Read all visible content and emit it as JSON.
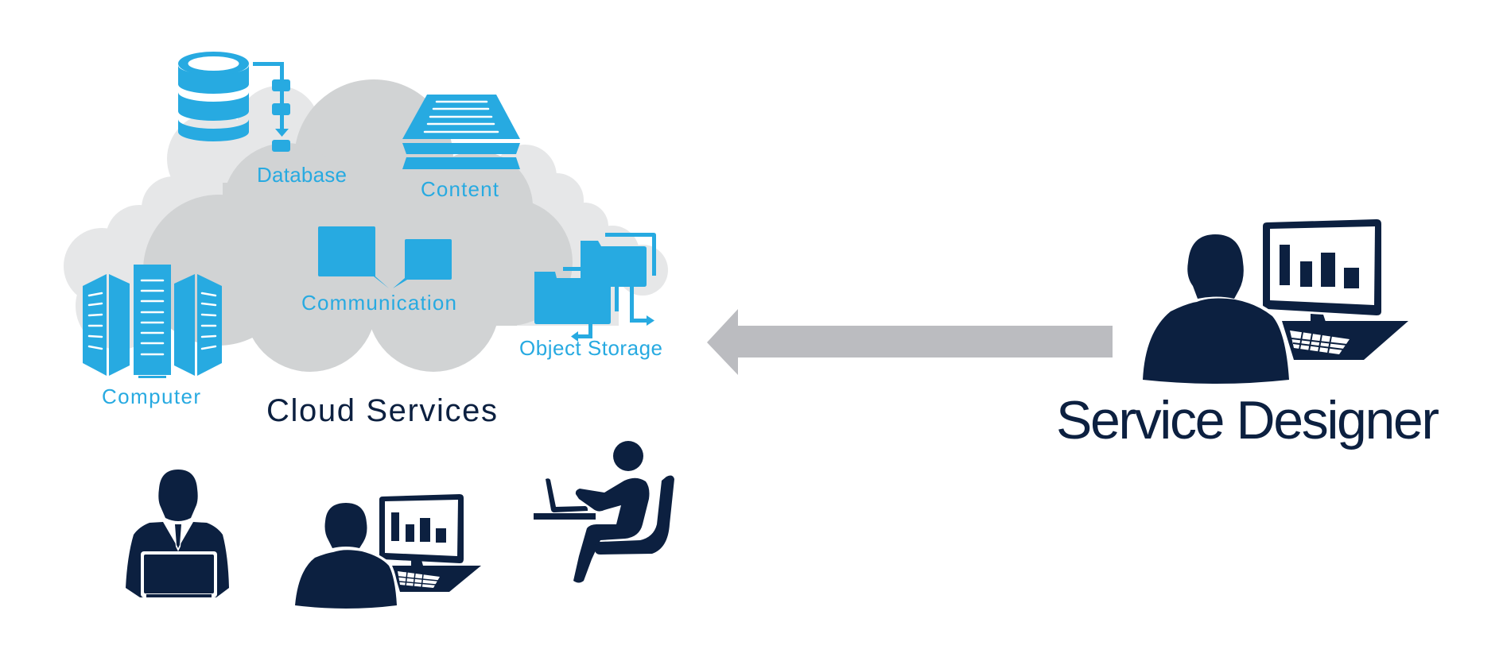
{
  "colors": {
    "accent_blue": "#27AAE1",
    "navy": "#0C2040",
    "cloud_dark": "#D1D3D4",
    "cloud_light": "#E6E7E8",
    "arrow_gray": "#BBBCC0",
    "background": "#FFFFFF"
  },
  "cloud": {
    "title": "Cloud Services",
    "services": [
      {
        "id": "database",
        "label": "Database",
        "icon": "database-icon"
      },
      {
        "id": "content",
        "label": "Content",
        "icon": "content-stack-icon"
      },
      {
        "id": "communication",
        "label": "Communication",
        "icon": "chat-bubbles-icon"
      },
      {
        "id": "computer",
        "label": "Computer",
        "icon": "server-rack-icon"
      },
      {
        "id": "object_storage",
        "label": "Object Storage",
        "icon": "folders-icon"
      }
    ]
  },
  "flow": {
    "direction": "from Service Designer to Cloud Services",
    "icon": "left-arrow-icon"
  },
  "designer": {
    "label": "Service Designer",
    "icon": "person-at-computer-icon"
  },
  "consumers": [
    {
      "icon": "businessman-laptop-icon"
    },
    {
      "icon": "person-at-computer-icon"
    },
    {
      "icon": "seated-person-laptop-icon"
    }
  ]
}
